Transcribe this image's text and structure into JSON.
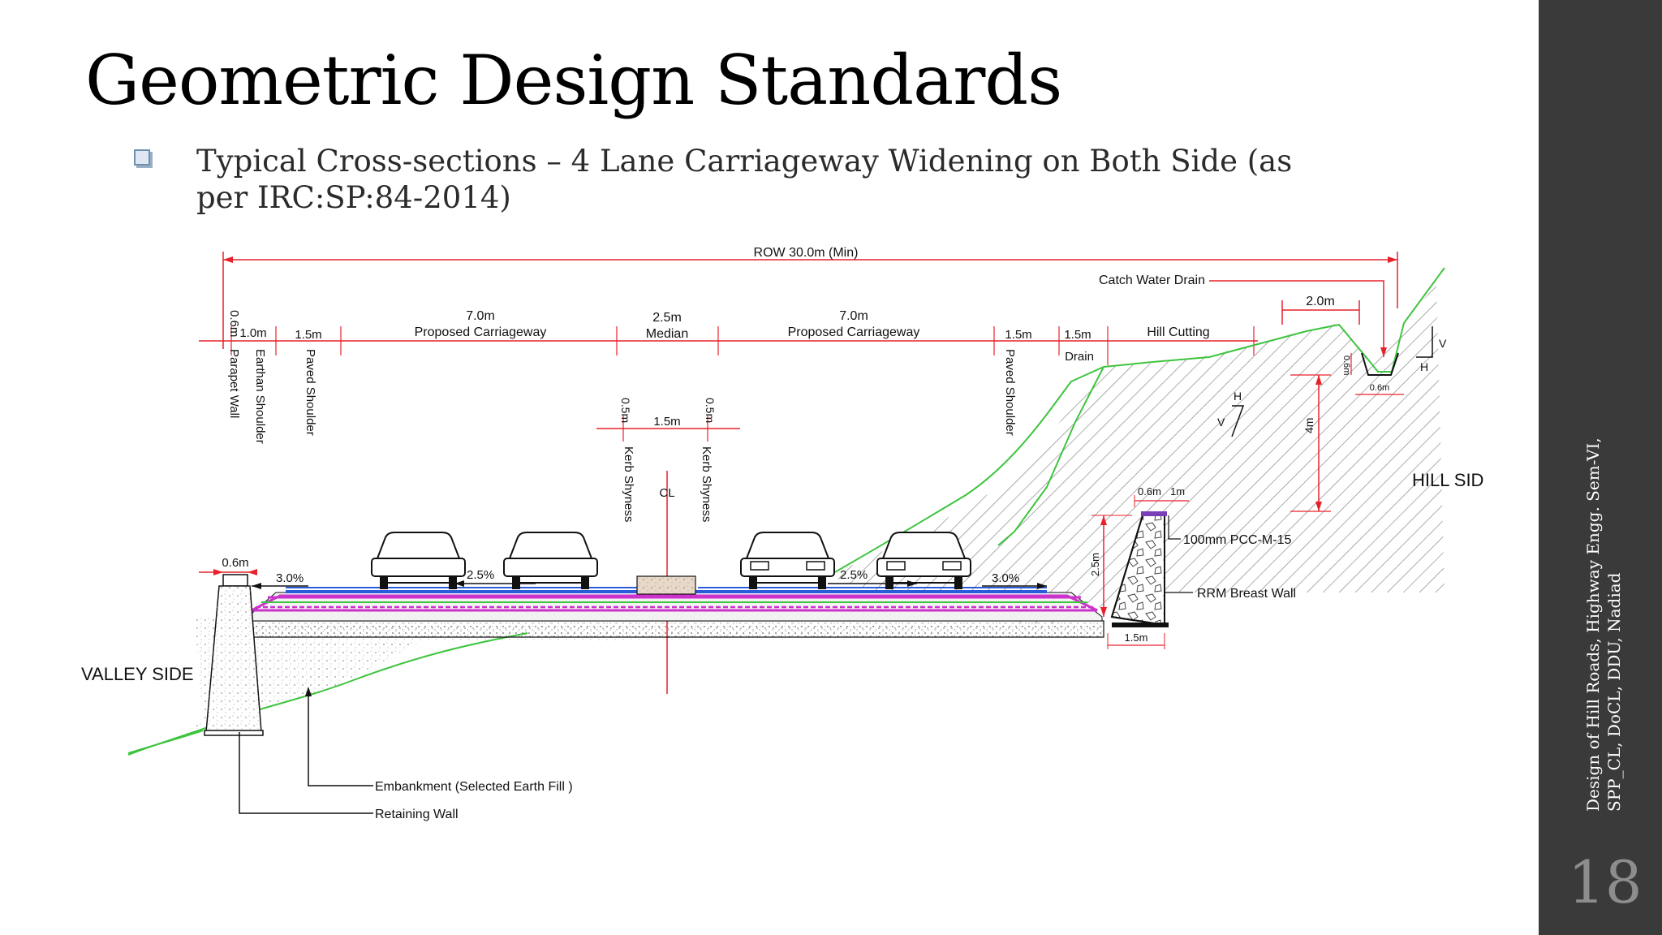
{
  "slide": {
    "title": "Geometric Design Standards",
    "bullet": "Typical Cross-sections – 4 Lane Carriageway Widening on Both Side (as per IRC:SP:84-2014)",
    "footer": "Design of Hill Roads, Highway Engg. Sem-VI, SPP_CL, DoCL, DDU, Nadiad",
    "page_number": "18"
  },
  "drawing": {
    "colors": {
      "dimension": "#e8202a",
      "ground": "#3ec43e",
      "bitumen": "#2a5bd8",
      "base": "#cc33cc",
      "text": "#111111"
    },
    "labels": {
      "row": "ROW 30.0m (Min)",
      "catch_drain": "Catch Water Drain",
      "drain_width": "2.0m",
      "parapet_w": "0.6m",
      "parapet": "Parapet Wall",
      "earthen_w": "1.0m",
      "earthen": "Earthan Shoulder",
      "paved_l_w": "1.5m",
      "paved_l": "Paved Shoulder",
      "cw_l_w": "7.0m",
      "cw_l": "Proposed Carriageway",
      "median_w": "2.5m",
      "median": "Median",
      "cw_r_w": "7.0m",
      "cw_r": "Proposed Carriageway",
      "paved_r_w": "1.5m",
      "paved_r": "Paved Shoulder",
      "drain_r_w": "1.5m",
      "drain_r": "Drain",
      "hill_cut": "Hill Cutting",
      "kerb_l_w": "0.5m",
      "kerb_mid_w": "1.5m",
      "kerb_r_w": "0.5m",
      "kerb_l": "Kerb Shyness",
      "kerb_r": "Kerb Shyness",
      "cl": "CL",
      "hill_side": "HILL SIDE",
      "valley_side": "VALLEY SIDE",
      "wall_top": "0.6m",
      "slope_l": "3.0%",
      "cw_slope_l": "2.5%",
      "cw_slope_r": "2.5%",
      "slope_r": "3.0%",
      "bw_top": "0.6m",
      "bw_top2": "1m",
      "pcc": "100mm PCC-M-15",
      "rrm": "RRM Breast Wall",
      "bw_h": "2.5m",
      "bw_base": "1.5m",
      "hill_h": "4m",
      "drain_depth": "0.6m",
      "drain_base": "0.6m",
      "slope_v": "V",
      "slope_h": "H",
      "embankment": "Embankment (Selected Earth Fill )",
      "retaining": "Retaining Wall"
    }
  }
}
